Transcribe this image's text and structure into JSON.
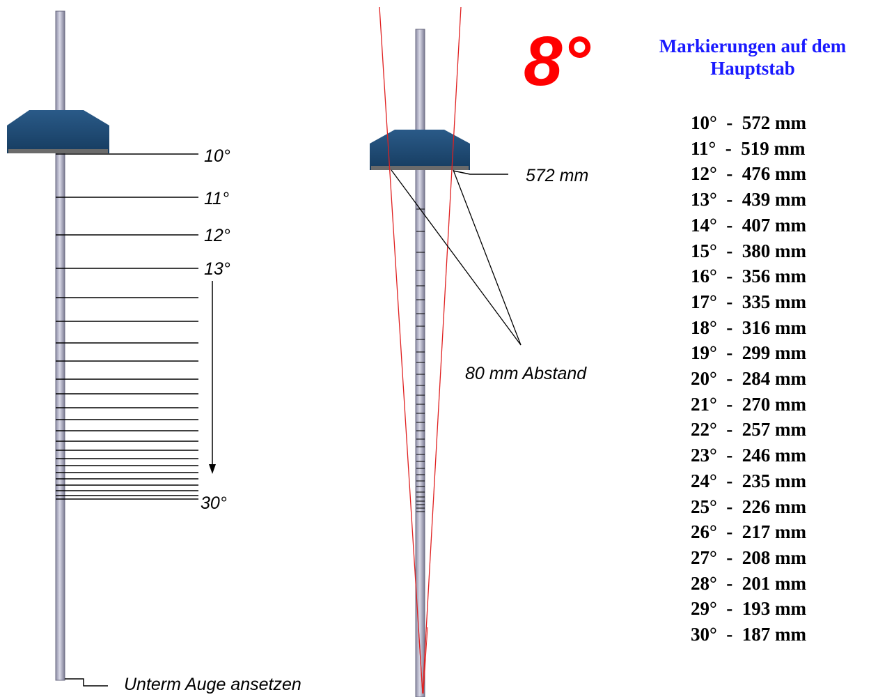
{
  "angle_title": "8°",
  "left_labels": {
    "l10": "10°",
    "l11": "11°",
    "l12": "12°",
    "l13": "13°",
    "l30": "30°",
    "eye": "Unterm Auge ansetzen"
  },
  "middle_labels": {
    "len": "572 mm",
    "gap": "80 mm Abstand"
  },
  "panel": {
    "title": "Markierungen auf dem Hauptstab",
    "rows": [
      "10°  -  572 mm",
      "11°  -  519 mm",
      "12°  -  476 mm",
      "13°  -  439 mm",
      "14°  -  407 mm",
      "15°  -  380 mm",
      "16°  -  356 mm",
      "17°  -  335 mm",
      "18°  -  316 mm",
      "19°  -  299 mm",
      "20°  -  284 mm",
      "21°  -  270 mm",
      "22°  -  257 mm",
      "23°  -  246 mm",
      "24°  -  235 mm",
      "25°  -  226 mm",
      "26°  -  217 mm",
      "27°  -  208 mm",
      "28°  -  201 mm",
      "29°  -  193 mm",
      "30°  -  187 mm"
    ]
  },
  "colors": {
    "slider": "#1f4e7a",
    "rays": "#e02020",
    "angle": "#ff0000",
    "title": "#1a1aff"
  }
}
